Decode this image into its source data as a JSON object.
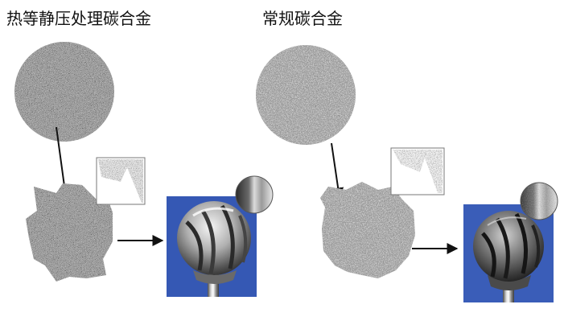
{
  "panels": [
    {
      "title": "热等静压处理碳合金",
      "grain": "fine",
      "colors": {
        "particle_bg": "#8d8d8d",
        "speck_dark": "#2a2a2a",
        "speck_light": "#e8e8e8",
        "photo_bg": "#3558b4"
      }
    },
    {
      "title": "常规碳合金",
      "grain": "coarse",
      "colors": {
        "particle_bg": "#9a9a9a",
        "speck_dark": "#141414",
        "speck_light": "#f2f2f2",
        "photo_bg": "#3a5db8"
      }
    }
  ]
}
